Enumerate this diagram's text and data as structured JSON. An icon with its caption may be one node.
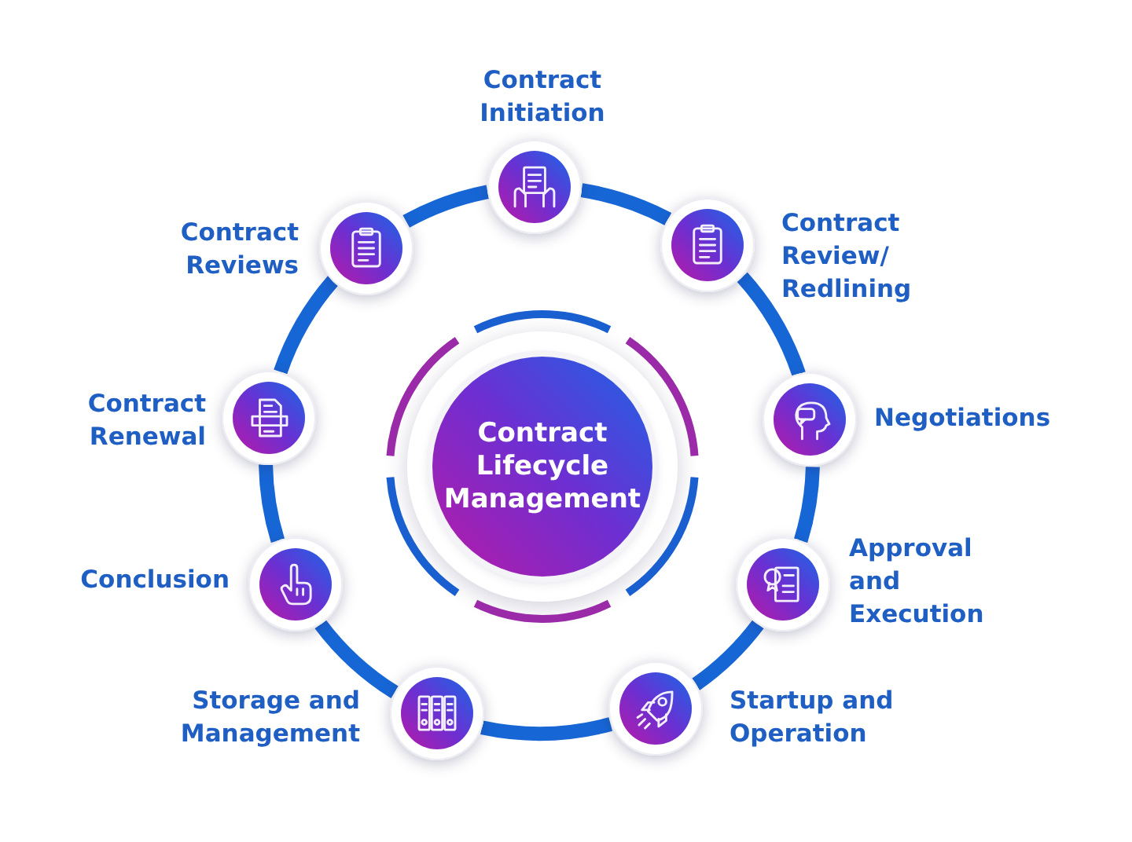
{
  "diagram": {
    "nodes": [
      {
        "text": [],
        "shape": "circle",
        "beside": [
          "Contract Initiation"
        ]
      },
      {
        "text": [],
        "shape": "circle",
        "beside": [
          "Contract Review/ Redlining"
        ]
      },
      {
        "text": [],
        "shape": "circle",
        "beside": [
          "Negotiations"
        ]
      },
      {
        "text": [],
        "shape": "circle",
        "beside": [
          "Approval and Execution"
        ]
      },
      {
        "text": [],
        "shape": "circle",
        "beside": [
          "Startup and Operation"
        ]
      },
      {
        "text": [],
        "shape": "circle",
        "beside": [
          "Storage and Management"
        ]
      },
      {
        "text": [],
        "shape": "circle",
        "beside": [
          "Conclusion"
        ]
      },
      {
        "text": [],
        "shape": "circle",
        "beside": [
          "Contract Renewal"
        ]
      },
      {
        "text": [],
        "shape": "circle",
        "beside": [
          "Contract Reviews"
        ]
      },
      {
        "text": [
          "Contract Lifecycle Management"
        ]
      }
    ],
    "edges": [
      {
        "from": 0,
        "to": 1,
        "arrow": "none"
      },
      {
        "from": 1,
        "to": 2,
        "arrow": "none"
      },
      {
        "from": 2,
        "to": 3,
        "arrow": "none"
      },
      {
        "from": 3,
        "to": 4,
        "arrow": "none"
      },
      {
        "from": 4,
        "to": 5,
        "arrow": "none"
      },
      {
        "from": 5,
        "to": 6,
        "arrow": "none"
      },
      {
        "from": 6,
        "to": 7,
        "arrow": "none"
      },
      {
        "from": 7,
        "to": 8,
        "arrow": "none"
      },
      {
        "from": 8,
        "to": 0,
        "arrow": "none"
      }
    ]
  }
}
